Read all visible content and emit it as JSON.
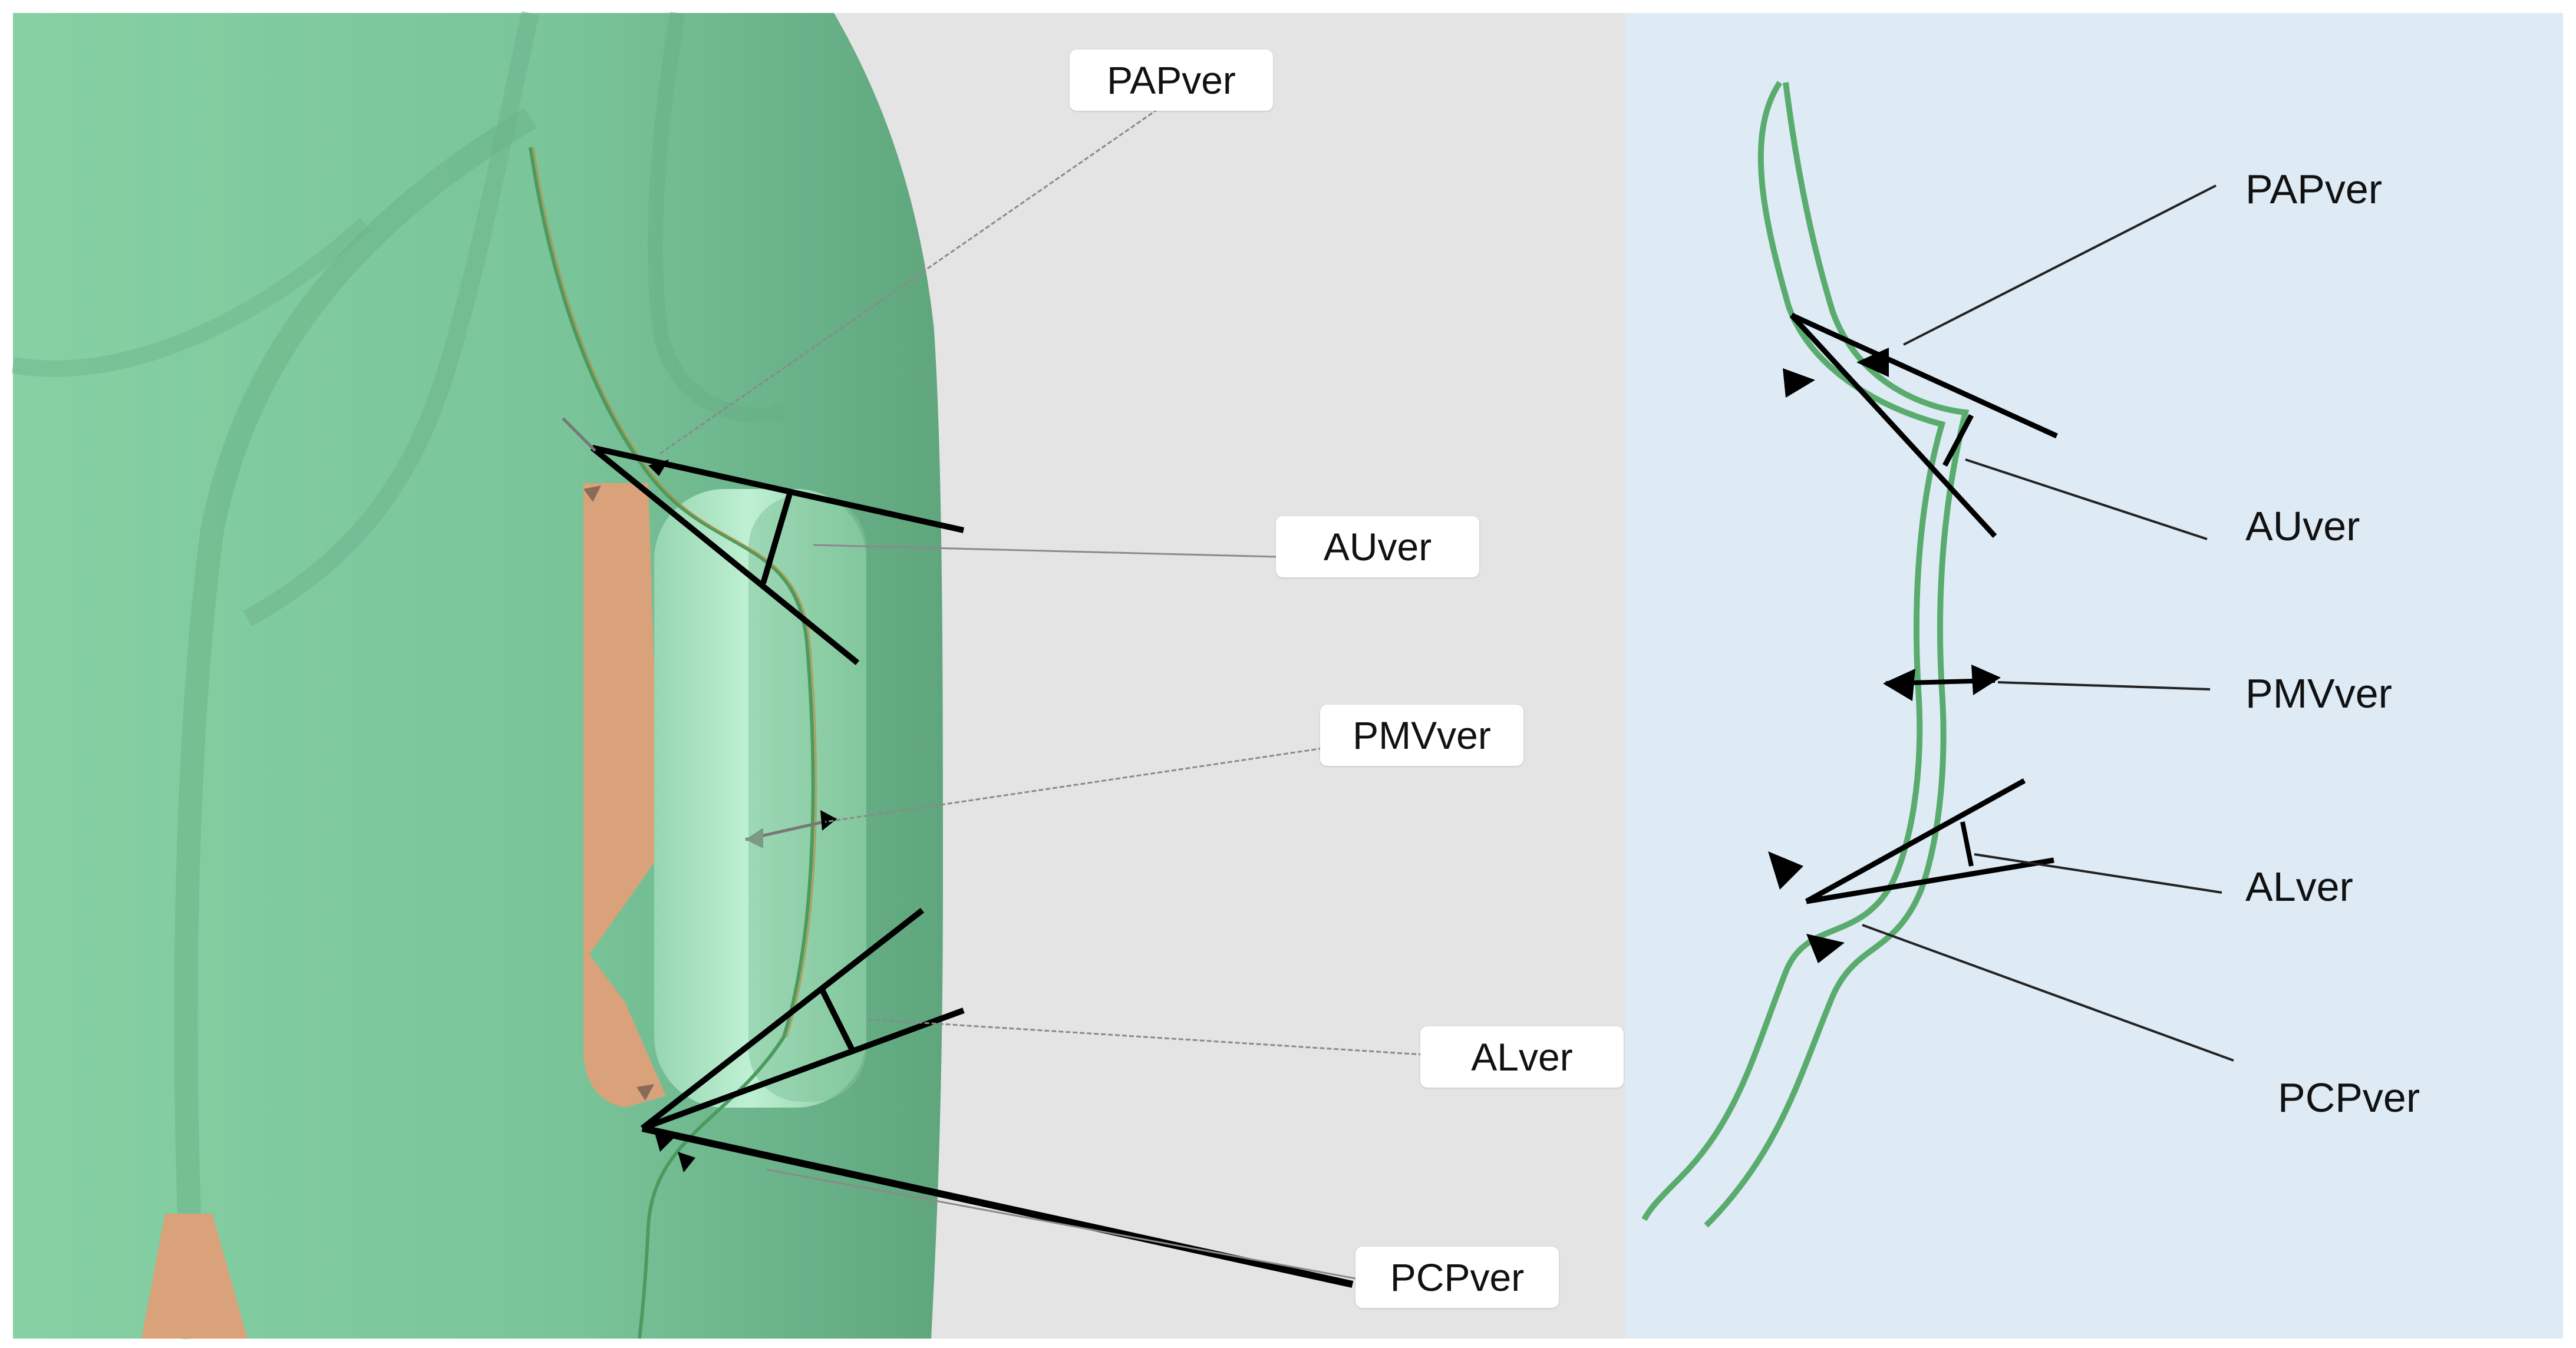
{
  "left_panel": {
    "labels": [
      "PAPver",
      "AUver",
      "PMVver",
      "ALver",
      "PCPver"
    ],
    "colors": {
      "background": "#e4e4e4",
      "body": "#7cc79c",
      "skin_patch": "#d9a27a",
      "device": "#a9e2c0"
    }
  },
  "right_panel": {
    "labels": [
      "PAPver",
      "AUver",
      "PMVver",
      "ALver",
      "PCPver"
    ],
    "colors": {
      "background": "#deebf5",
      "outline": "#5aac6e"
    }
  },
  "icons": {
    "marker": "triangle-arrowhead-icon"
  }
}
